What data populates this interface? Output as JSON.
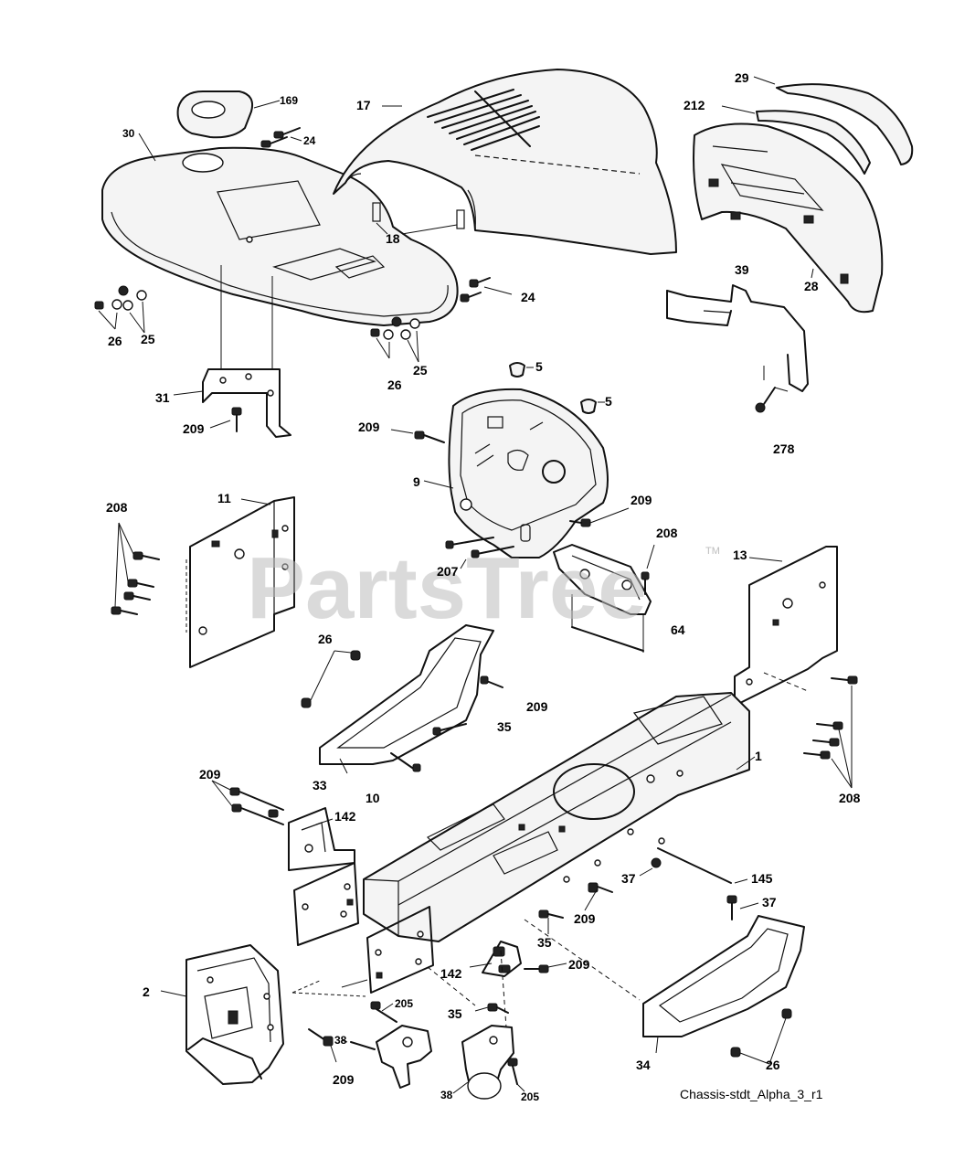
{
  "diagram": {
    "caption": "Chassis-stdt_Alpha_3_r1",
    "watermark": "PartsTree",
    "watermark_mark": "TM",
    "callouts": {
      "c169": "169",
      "c30": "30",
      "c24a": "24",
      "c17": "17",
      "c18": "18",
      "c29": "29",
      "c212": "212",
      "c28": "28",
      "c39": "39",
      "c278": "278",
      "c24b": "24",
      "c25a": "25",
      "c26a": "26",
      "c25b": "25",
      "c26b": "26",
      "c31": "31",
      "c209a": "209",
      "c5a": "5",
      "c5b": "5",
      "c209b": "209",
      "c9": "9",
      "c209c": "209",
      "c208a": "208",
      "c11": "11",
      "c207": "207",
      "c208b": "208",
      "c64": "64",
      "c13": "13",
      "c26c": "26",
      "c209d": "209",
      "c35a": "35",
      "c33": "33",
      "c10": "10",
      "c1": "1",
      "c208c": "208",
      "c209e": "209",
      "c142a": "142",
      "c145": "145",
      "c37a": "37",
      "c37b": "37",
      "c209f": "209",
      "c35b": "35",
      "c142b": "142",
      "c209g": "209",
      "c2": "2",
      "c205a": "205",
      "c35c": "35",
      "c38a": "38",
      "c209h": "209",
      "c34": "34",
      "c26d": "26",
      "c38b": "38",
      "c205b": "205"
    }
  }
}
